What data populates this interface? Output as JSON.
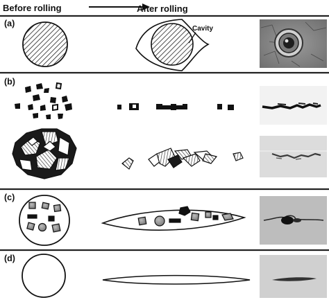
{
  "header": {
    "before": "Before rolling",
    "after": "After rolling"
  },
  "panels": [
    {
      "label": "(a)",
      "annotation": "Cavity"
    },
    {
      "label": "(b)"
    },
    {
      "label": "(c)"
    },
    {
      "label": "(d)"
    }
  ]
}
